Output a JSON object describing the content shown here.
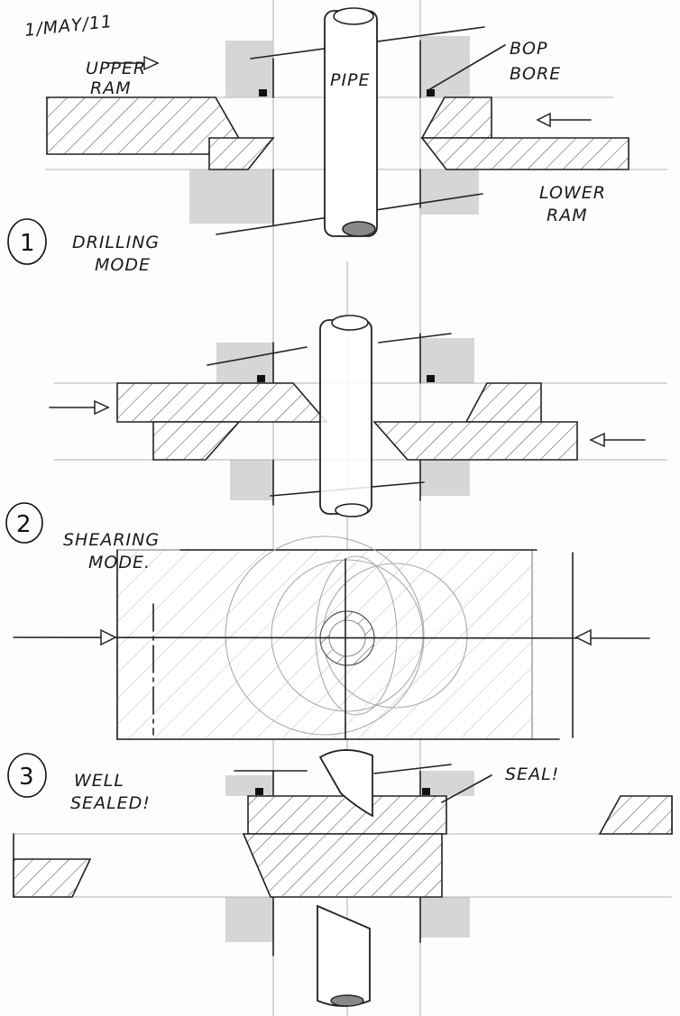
{
  "date": "1/MAY/11",
  "labels": {
    "upper_ram_1": "UPPER",
    "upper_ram_2": "RAM",
    "pipe": "PIPE",
    "bop_1": "BOP",
    "bop_2": "BORE",
    "lower_ram_1": "LOWER",
    "lower_ram_2": "RAM"
  },
  "steps": [
    {
      "number": "1",
      "line1": "DRILLING",
      "line2": "MODE"
    },
    {
      "number": "2",
      "line1": "SHEARING",
      "line2": "MODE."
    },
    {
      "number": "3",
      "line1": "WELL",
      "line2": "SEALED!"
    }
  ],
  "seal_label": "SEAL!"
}
